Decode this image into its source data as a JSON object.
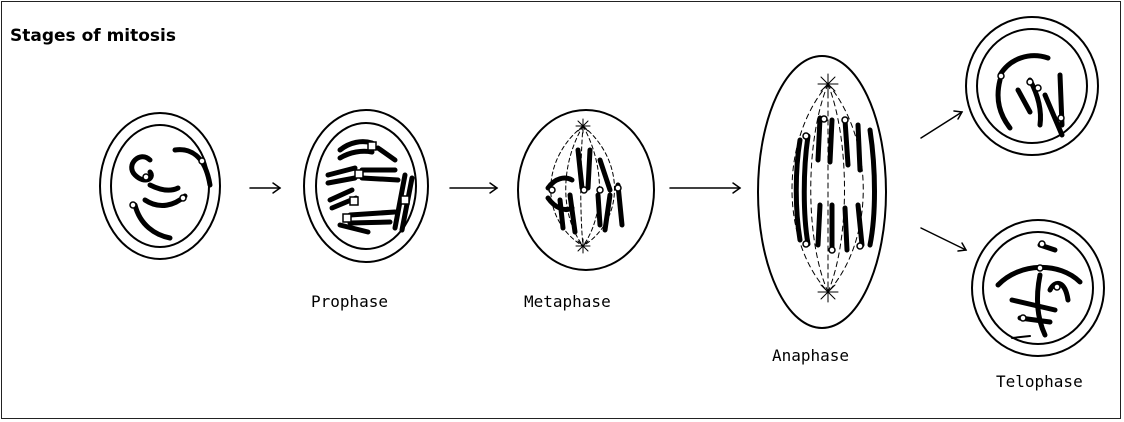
{
  "title": "Stages of mitosis",
  "stages": {
    "prophase": "Prophase",
    "metaphase": "Metaphase",
    "anaphase": "Anaphase",
    "telophase": "Telophase"
  },
  "colors": {
    "ink": "#000000",
    "background": "#ffffff"
  }
}
